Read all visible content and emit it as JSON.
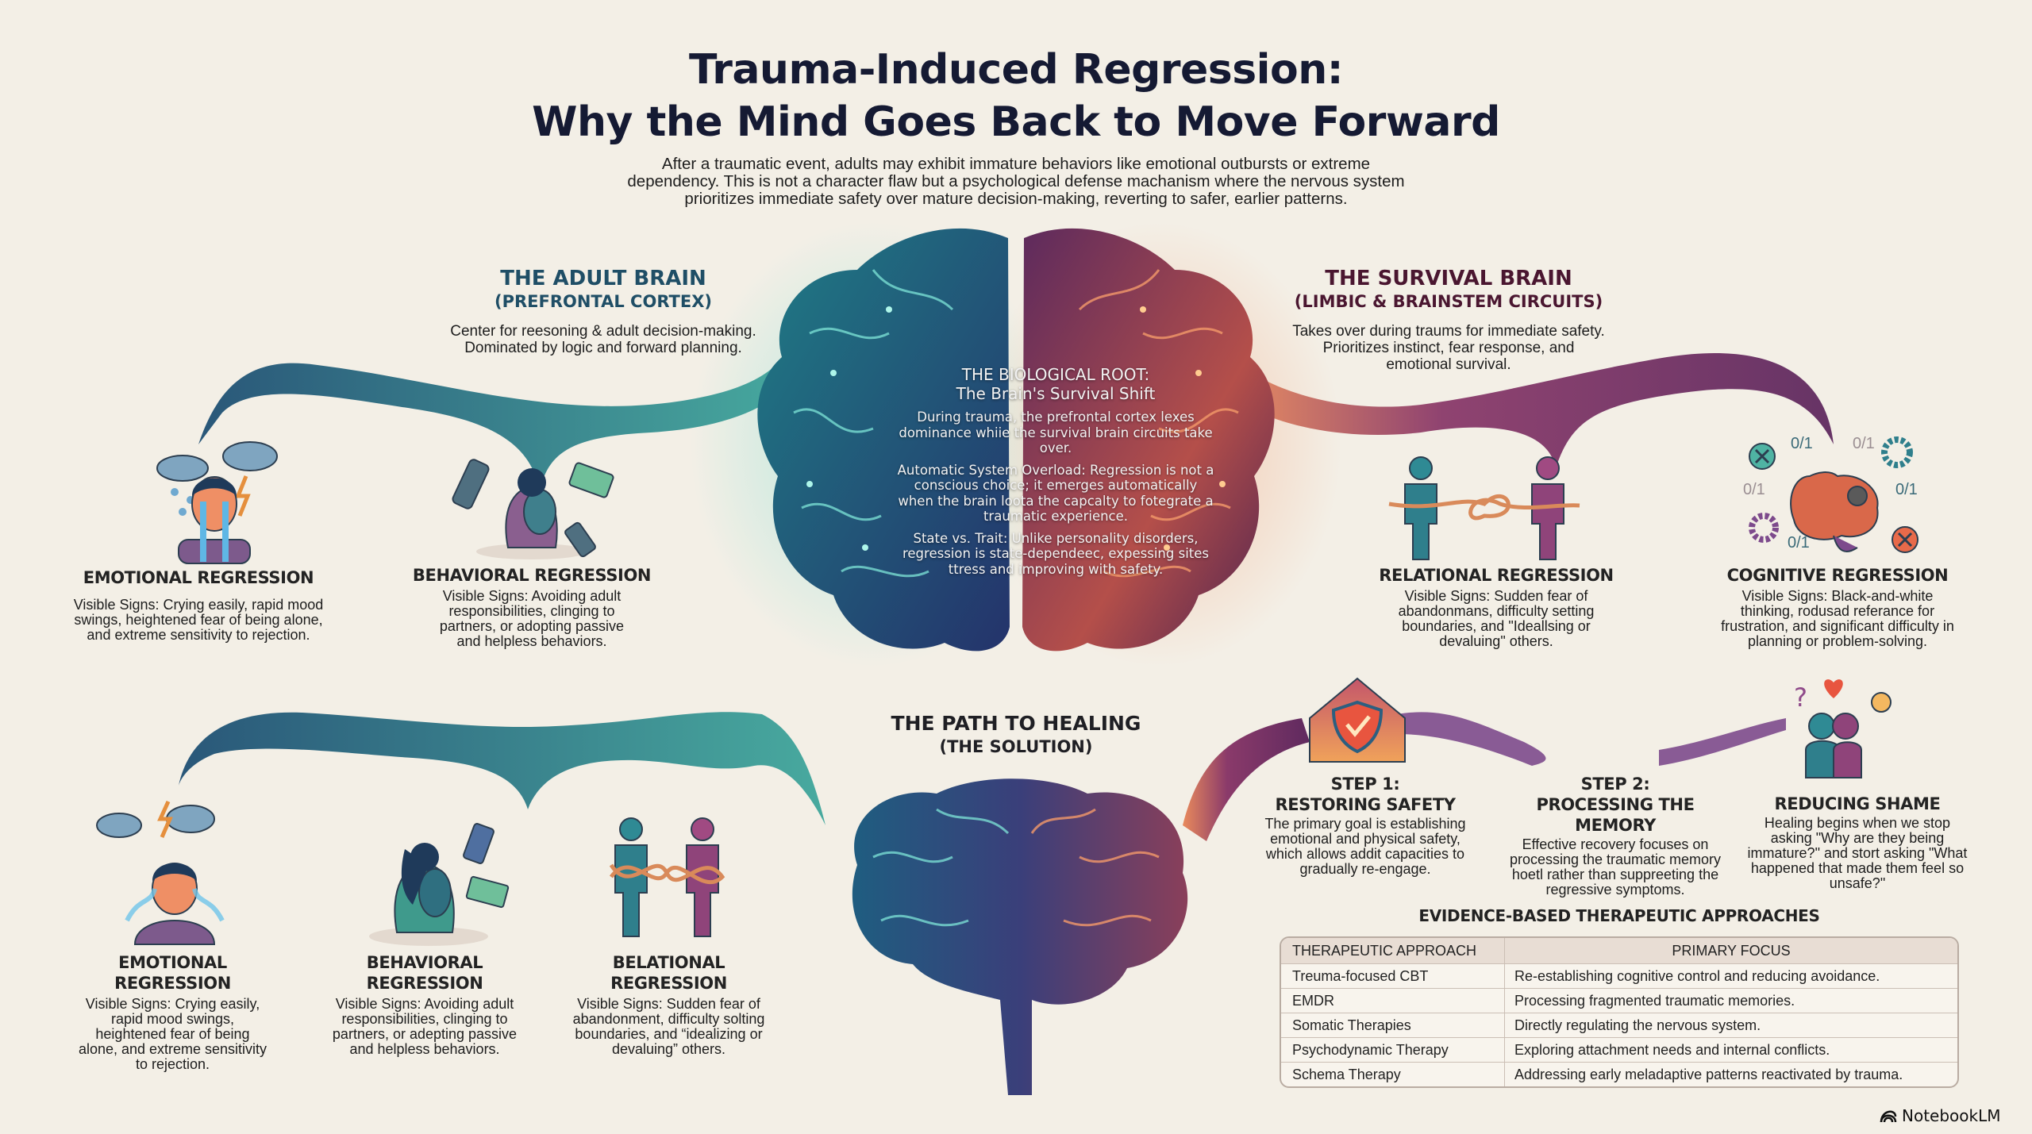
{
  "header": {
    "title_line1": "Trauma-Induced Regression:",
    "title_line2": "Why the Mind Goes Back to Move Forward",
    "intro_line1": "After a traumatic event, adults may exhibit immature behaviors like emotional outbursts or extreme",
    "intro_line2": "dependency. This is not a character flaw but a psychological defense machanism where the nervous system",
    "intro_line3": "prioritizes immediate safety over mature decision-making, reverting to safer, earlier patterns."
  },
  "adult_brain": {
    "title": "THE ADULT BRAIN",
    "subtitle": "(PREFRONTAL CORTEX)",
    "desc_line1": "Center for reesoning & adult decision-making.",
    "desc_line2": "Dominated by logic and forward planning."
  },
  "survival_brain": {
    "title": "THE SURVIVAL BRAIN",
    "subtitle": "(LIMBIC & BRAINSTEM CIRCUITS)",
    "desc_line1": "Takes over during traums for immediate safety.",
    "desc_line2": "Prioritizes instinct, fear response, and",
    "desc_line3": "emotional survival."
  },
  "biological_root": {
    "heading_line1": "THE BIOLOGICAL ROOT:",
    "heading_line2": "The Brain's Survival Shift",
    "para1": "During trauma, the prefrontal cortex lexes dominance whiie the survival brain circuits take over.",
    "para2": "Automatic System Overload: Regression is not a conscious choice; it emerges automatically when the brain loota the capcalty to fotegrate a traumatic experience.",
    "para3": "State vs. Trait: Unlike personality disorders, regression is state-dependeec, expessing sites ttress and improving with safety."
  },
  "top_categories": [
    {
      "title": "EMOTIONAL REGRESSION",
      "desc": "Visible Signs: Crying easily, rapid mood swings, heightened fear of being alone, and extreme sensitivity to rejection.",
      "icon": "crying-person-icon"
    },
    {
      "title": "BEHAVIORAL REGRESSION",
      "desc": "Visible Signs: Avoiding adult responsibilities, clinging to partners, or adopting passive and helpless behaviors.",
      "icon": "huddled-person-icon"
    },
    {
      "title": "RELATIONAL REGRESSION",
      "desc": "Visible Signs: Sudden fear of abandonmans, difficulty setting boundaries, and \"Ideallsing or devaluing\" others.",
      "icon": "tangled-rope-couple-icon"
    },
    {
      "title": "COGNITIVE REGRESSION",
      "desc": "Visible Signs: Black-and-white thinking, rodusad referance for frustration, and significant difficulty in planning or problem-solving.",
      "icon": "brain-gears-icon",
      "binary_labels": [
        "0/1",
        "0/1",
        "0/1",
        "0/1",
        "0/1"
      ]
    }
  ],
  "bottom_categories": [
    {
      "title_line1": "EMOTIONAL",
      "title_line2": "REGRESSION",
      "desc": "Visible Signs: Crying easily, rapid mood swings, heightened fear of being alone, and extreme sensitivity to rejection.",
      "icon": "crying-person-icon"
    },
    {
      "title_line1": "BEHAVIORAL",
      "title_line2": "REGRESSION",
      "desc": "Visible Signs: Avoiding adult responsibilities, clinging to partners, or adepting passive and helpless behaviors.",
      "icon": "huddled-person-icon"
    },
    {
      "title_line1": "BELATIONAL",
      "title_line2": "REGRESSION",
      "desc": "Visible Signs: Sudden fear of abandonment, difficulty solting boundaries, and “idealizing or devaluing” others.",
      "icon": "tangled-rope-couple-icon"
    }
  ],
  "healing": {
    "title": "THE PATH TO HEALING",
    "subtitle": "(THE SOLUTION)",
    "steps": [
      {
        "label": "STEP 1:",
        "title": "RESTORING SAFETY",
        "desc": "The primary goal is establishing emotional and physical safety, which allows addit capacities to gradually re-engage.",
        "icon": "shield-house-icon"
      },
      {
        "label": "STEP 2:",
        "title": "PROCESSING THE MEMORY",
        "desc": "Effective recovery focuses on processing the traumatic memory hoetl rather than suppreeting the regressive symptoms.",
        "icon": ""
      },
      {
        "label": "",
        "title": "REDUCING SHAME",
        "desc": "Healing begins when we stop asking \"Why are they being immature?\" and stort asking \"What happened that made them feel so unsafe?\"",
        "icon": "embracing-couple-icon"
      }
    ]
  },
  "therapies": {
    "title": "EVIDENCE-BASED THERAPEUTIC APPROACHES",
    "headers": [
      "THERAPEUTIC APPROACH",
      "PRIMARY FOCUS"
    ],
    "rows": [
      [
        "Treuma-focused CBT",
        "Re-establishing cognitive control and reducing avoidance."
      ],
      [
        "EMDR",
        "Processing fragmented traumatic memories."
      ],
      [
        "Somatic Therapies",
        "Directly regulating the nervous system."
      ],
      [
        "Psychodynamic Therapy",
        "Exploring attachment needs and internal conflicts."
      ],
      [
        "Schema Therapy",
        "Addressing early meladaptive patterns reactivated by trauma."
      ]
    ]
  },
  "footer": {
    "brand": "NotebookLM"
  },
  "colors": {
    "background": "#f3efe6",
    "title": "#151a33",
    "adult_teal": "#1f6f80",
    "adult_dark": "#1f4e66",
    "survival_plum": "#6b2d5c",
    "survival_orange": "#e0764a",
    "survival_dark": "#4a1630"
  }
}
